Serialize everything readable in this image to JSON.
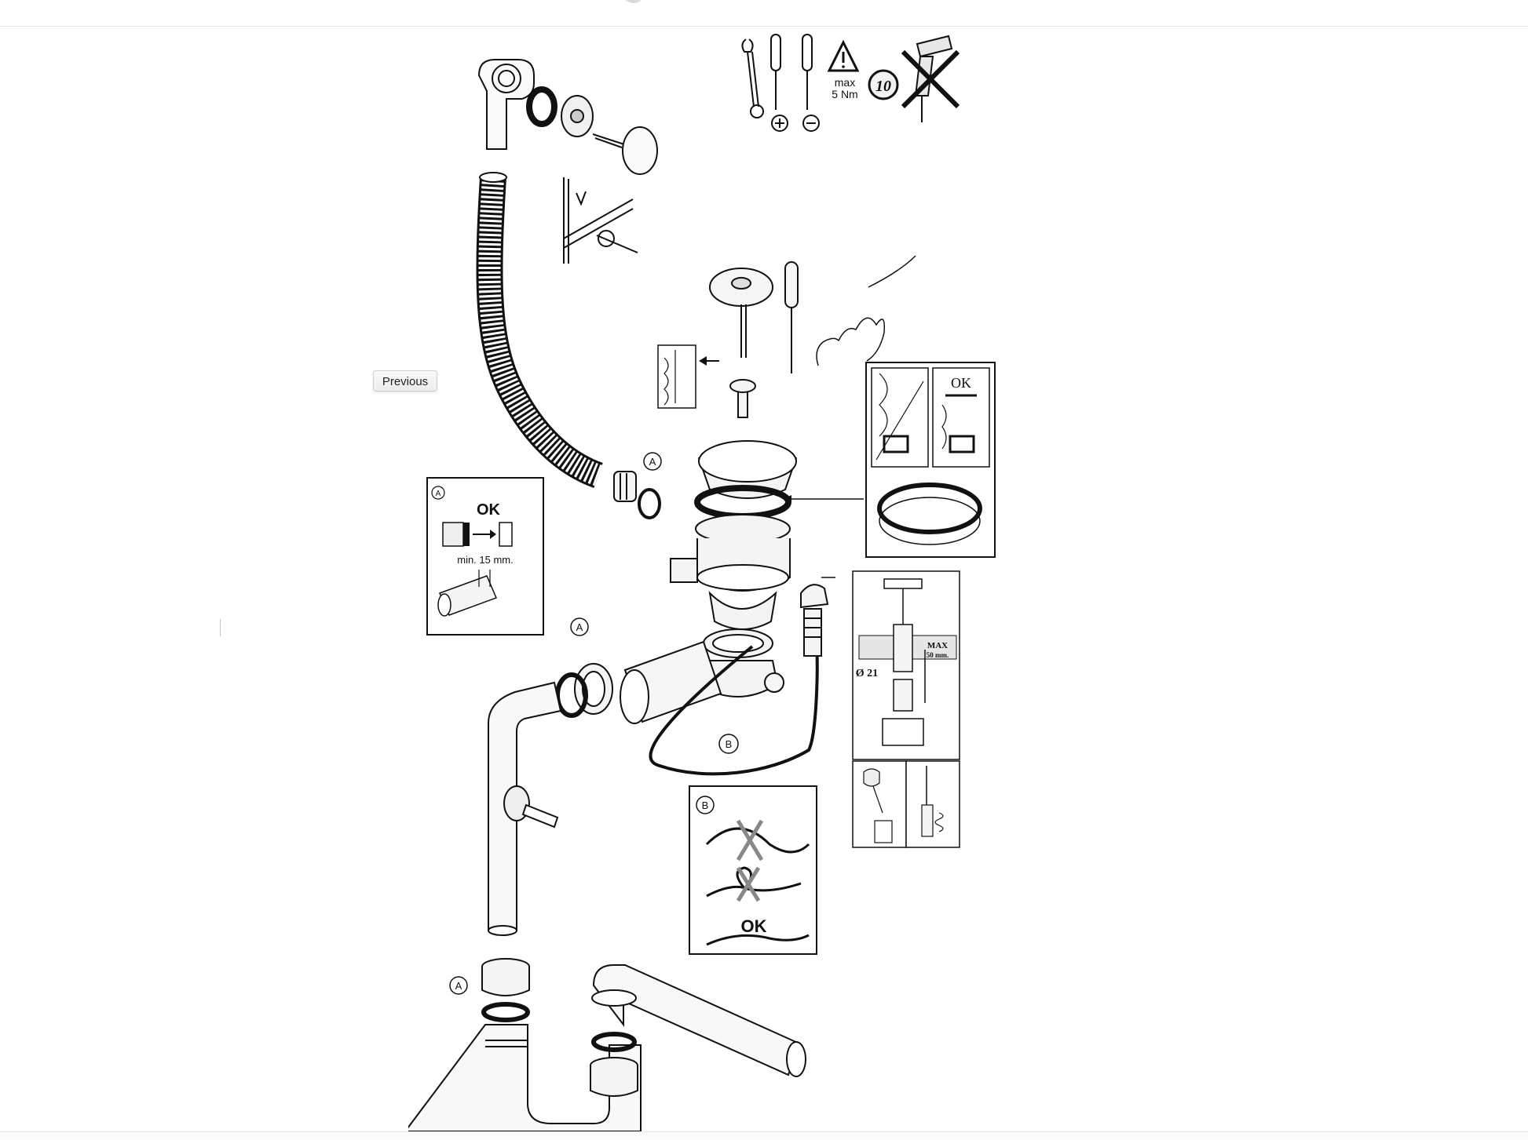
{
  "navigation": {
    "previous_label": "Previous"
  },
  "diagram": {
    "tool_bar": {
      "warning_text_line1": "max",
      "warning_text_line2": "5 Nm",
      "coin_label": "10"
    },
    "callout_letters": {
      "a": "A",
      "b": "B"
    },
    "detail_a": {
      "ok_label": "OK",
      "min_label": "min. 15 mm."
    },
    "detail_seal": {
      "ok_label": "OK"
    },
    "detail_overflow": {
      "max_label_line1": "MAX",
      "max_label_line2": "50 mm.",
      "diameter_label": "Ø 21"
    },
    "detail_b": {
      "ok_label": "OK"
    },
    "icons": [
      "wrench-icon",
      "phillips-screwdriver-icon",
      "flat-screwdriver-icon",
      "warning-triangle-icon",
      "coin-icon",
      "no-power-drill-icon"
    ]
  }
}
